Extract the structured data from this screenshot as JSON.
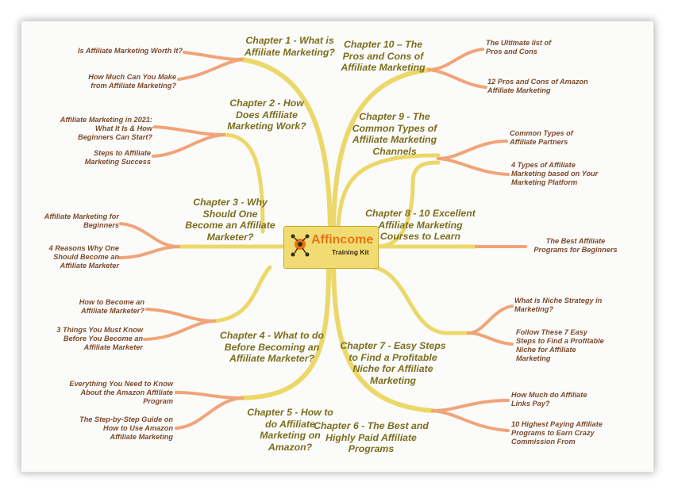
{
  "center": {
    "brand": "Affincome",
    "sub": "Training Kit"
  },
  "colors": {
    "chapter_line": "#ecd86a",
    "leaf_line": "#f0a478",
    "chapter_text": "#7b6e1e",
    "leaf_text": "#7c4a2c",
    "center_fill": "#f0dc72",
    "brand": "#e67516"
  },
  "chapters": {
    "ch1": {
      "title": "Chapter 1 - What is\nAffiliate Marketing?"
    },
    "ch2": {
      "title": "Chapter 2 - How\nDoes Affiliate\nMarketing Work?",
      "leaves": [
        "Affiliate Marketing in 2021:\nWhat It Is & How\nBeginners Can Start?",
        "Steps to Affiliate\nMarketing Success"
      ]
    },
    "ch3": {
      "title": "Chapter 3 - Why\nShould One\nBecome an Affiliate\nMarketer?",
      "leaves": [
        "Affiliate Marketing for\nBeginners",
        "4 Reasons Why One\nShould Become an\nAffiliate Marketer"
      ]
    },
    "ch4": {
      "title": "Chapter 4 - What to do\nBefore Becoming an\nAffiliate Marketer?",
      "leaves": [
        "How to Become an\nAffiliate Marketer?",
        "3 Things You Must Know\nBefore You Become an\nAffiliate Marketer"
      ]
    },
    "ch5": {
      "title": "Chapter 5 - How to\ndo Affiliate\nMarketing on\nAmazon?",
      "leaves": [
        "Everything You Need to Know\nAbout the Amazon Affiliate\nProgram",
        "The Step-by-Step Guide on\nHow to Use Amazon\nAffiliate Marketing"
      ]
    },
    "ch6": {
      "title": "Chapter 6 - The Best and\nHighly Paid Affiliate\nPrograms",
      "leaves": [
        "How Much do Affiliate\nLinks Pay?",
        "10 Highest Paying Affiliate\nPrograms to Earn Crazy\nCommission From"
      ]
    },
    "ch7": {
      "title": "Chapter 7 - Easy Steps\nto Find a Profitable\nNiche for Affiliate\nMarketing",
      "leaves": [
        "What is Niche Strategy in\nMarketing?",
        "Follow These 7 Easy\nSteps to Find a Profitable\nNiche for Affiliate\nMarketing"
      ]
    },
    "ch8": {
      "title": "Chapter 8 - 10 Excellent\nAffiliate Marketing\nCourses to Learn",
      "leaves": [
        "The Best Affiliate\nPrograms for Beginners"
      ]
    },
    "ch9": {
      "title": "Chapter 9 - The\nCommon Types of\nAffiliate Marketing\nChannels",
      "leaves": [
        "Common Types of\nAffiliate Partners",
        "4 Types of Affiliate\nMarketing based on Your\nMarketing Platform"
      ]
    },
    "ch10": {
      "title": "Chapter 10 – The\nPros and Cons of\nAffiliate Marketing",
      "leaves": [
        "The Ultimate list of\nPros and Cons",
        "12 Pros and Cons of Amazon\nAffiliate Marketing"
      ]
    },
    "ch1_leaves": [
      "Is Affiliate Marketing Worth It?",
      "How Much Can You Make\nfrom Affiliate Marketing?"
    ]
  }
}
